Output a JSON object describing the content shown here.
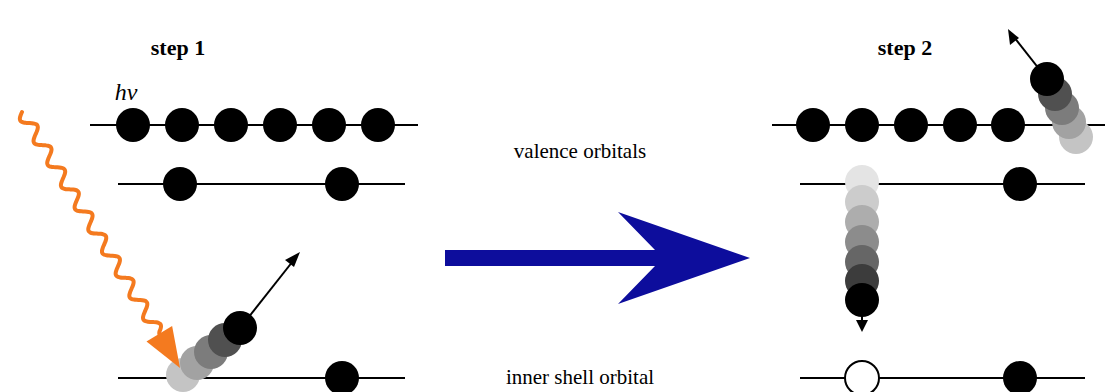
{
  "diagram": {
    "labels": [
      "step 1",
      "step 2",
      "hν",
      "valence orbitals",
      "inner shell orbital"
    ]
  }
}
